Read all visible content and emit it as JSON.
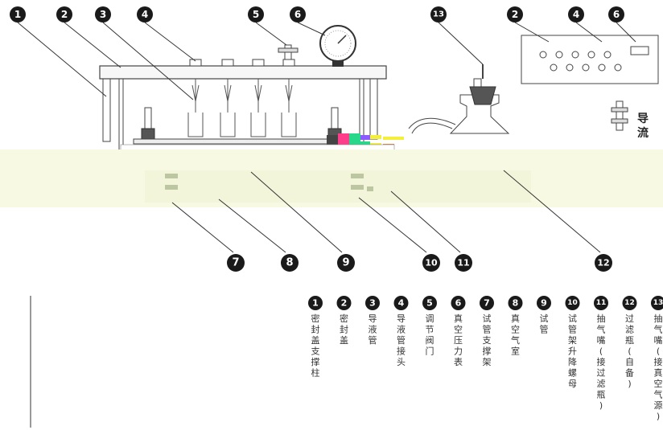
{
  "numbers": {
    "n1": "1",
    "n2": "2",
    "n3": "3",
    "n4": "4",
    "n5": "5",
    "n6": "6",
    "n7": "7",
    "n8": "8",
    "n9": "9",
    "n10": "10",
    "n11": "11",
    "n12": "12",
    "n13": "13"
  },
  "side_text": {
    "dao": "导",
    "liu": "流"
  },
  "legend": [
    {
      "num": "1",
      "label": "密封盖支撑柱"
    },
    {
      "num": "2",
      "label": "密封盖"
    },
    {
      "num": "3",
      "label": "导液管"
    },
    {
      "num": "4",
      "label": "导液管接头"
    },
    {
      "num": "5",
      "label": "调节阀门"
    },
    {
      "num": "6",
      "label": "真空压力表"
    },
    {
      "num": "7",
      "label": "试管支撑架"
    },
    {
      "num": "8",
      "label": "真空气室"
    },
    {
      "num": "9",
      "label": "试管"
    },
    {
      "num": "10",
      "label": "试管架升降螺母"
    },
    {
      "num": "11",
      "label": "抽气嘴(接过滤瓶)"
    },
    {
      "num": "12",
      "label": "过滤瓶(自备)"
    },
    {
      "num": "13",
      "label": "抽气嘴(接真空气源)"
    }
  ],
  "colors": {
    "line": "#333333",
    "badge": "#1a1a1a",
    "overlay": "#f7f9e3",
    "accent_pink": "#ff3d8a",
    "accent_green": "#27d88a",
    "accent_yellow": "#f3ef3a"
  }
}
